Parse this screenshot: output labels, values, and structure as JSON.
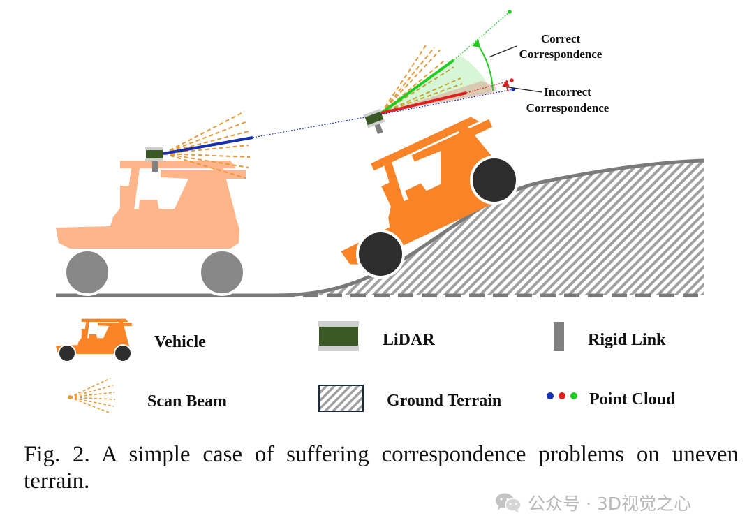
{
  "diagram": {
    "annotations": {
      "correct": [
        "Correct",
        "Correspondence"
      ],
      "incorrect": [
        "Incorrect",
        "Correspondence"
      ]
    },
    "legend": {
      "vehicle": "Vehicle",
      "lidar": "LiDAR",
      "rigid_link": "Rigid Link",
      "scan_beam": "Scan Beam",
      "ground_terrain": "Ground Terrain",
      "point_cloud": "Point Cloud"
    },
    "colors": {
      "vehicle_light": "#fdb589",
      "vehicle_dark": "#f98427",
      "wheel_light": "#888888",
      "wheel_dark": "#2d2d2d",
      "lidar_body": "#3a5a25",
      "lidar_cap": "#cfcfcf",
      "link": "#808080",
      "scan_beam": "#e69a3a",
      "terrain_hatch": "#a0a0a0",
      "ground_line": "#7a7a7a",
      "blue": "#1630b0",
      "red": "#e02020",
      "green": "#22cc22"
    }
  },
  "caption": "Fig. 2. A simple case of suffering correspondence problems on uneven terrain.",
  "watermark": "公众号 · 3D视觉之心"
}
